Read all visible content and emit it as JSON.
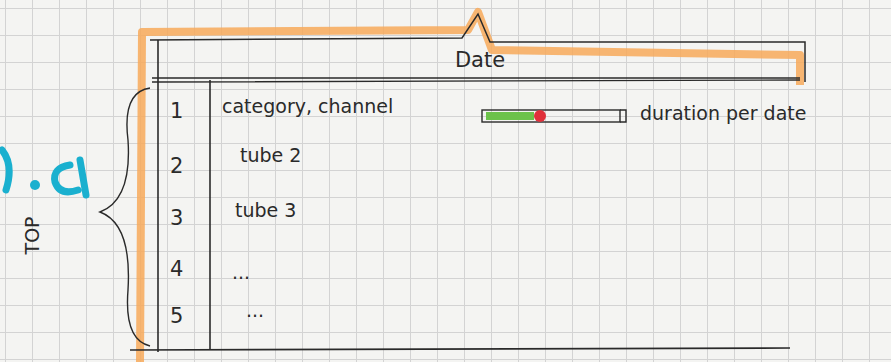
{
  "diagram": {
    "nodes": [
      {
        "text": [
          "Date"
        ]
      }
    ],
    "labels": [
      "1",
      "category, channel",
      "duration per date",
      "2",
      "tube 2",
      "3",
      "tube 3",
      "4",
      "...",
      "5",
      "...",
      "TOP"
    ]
  }
}
